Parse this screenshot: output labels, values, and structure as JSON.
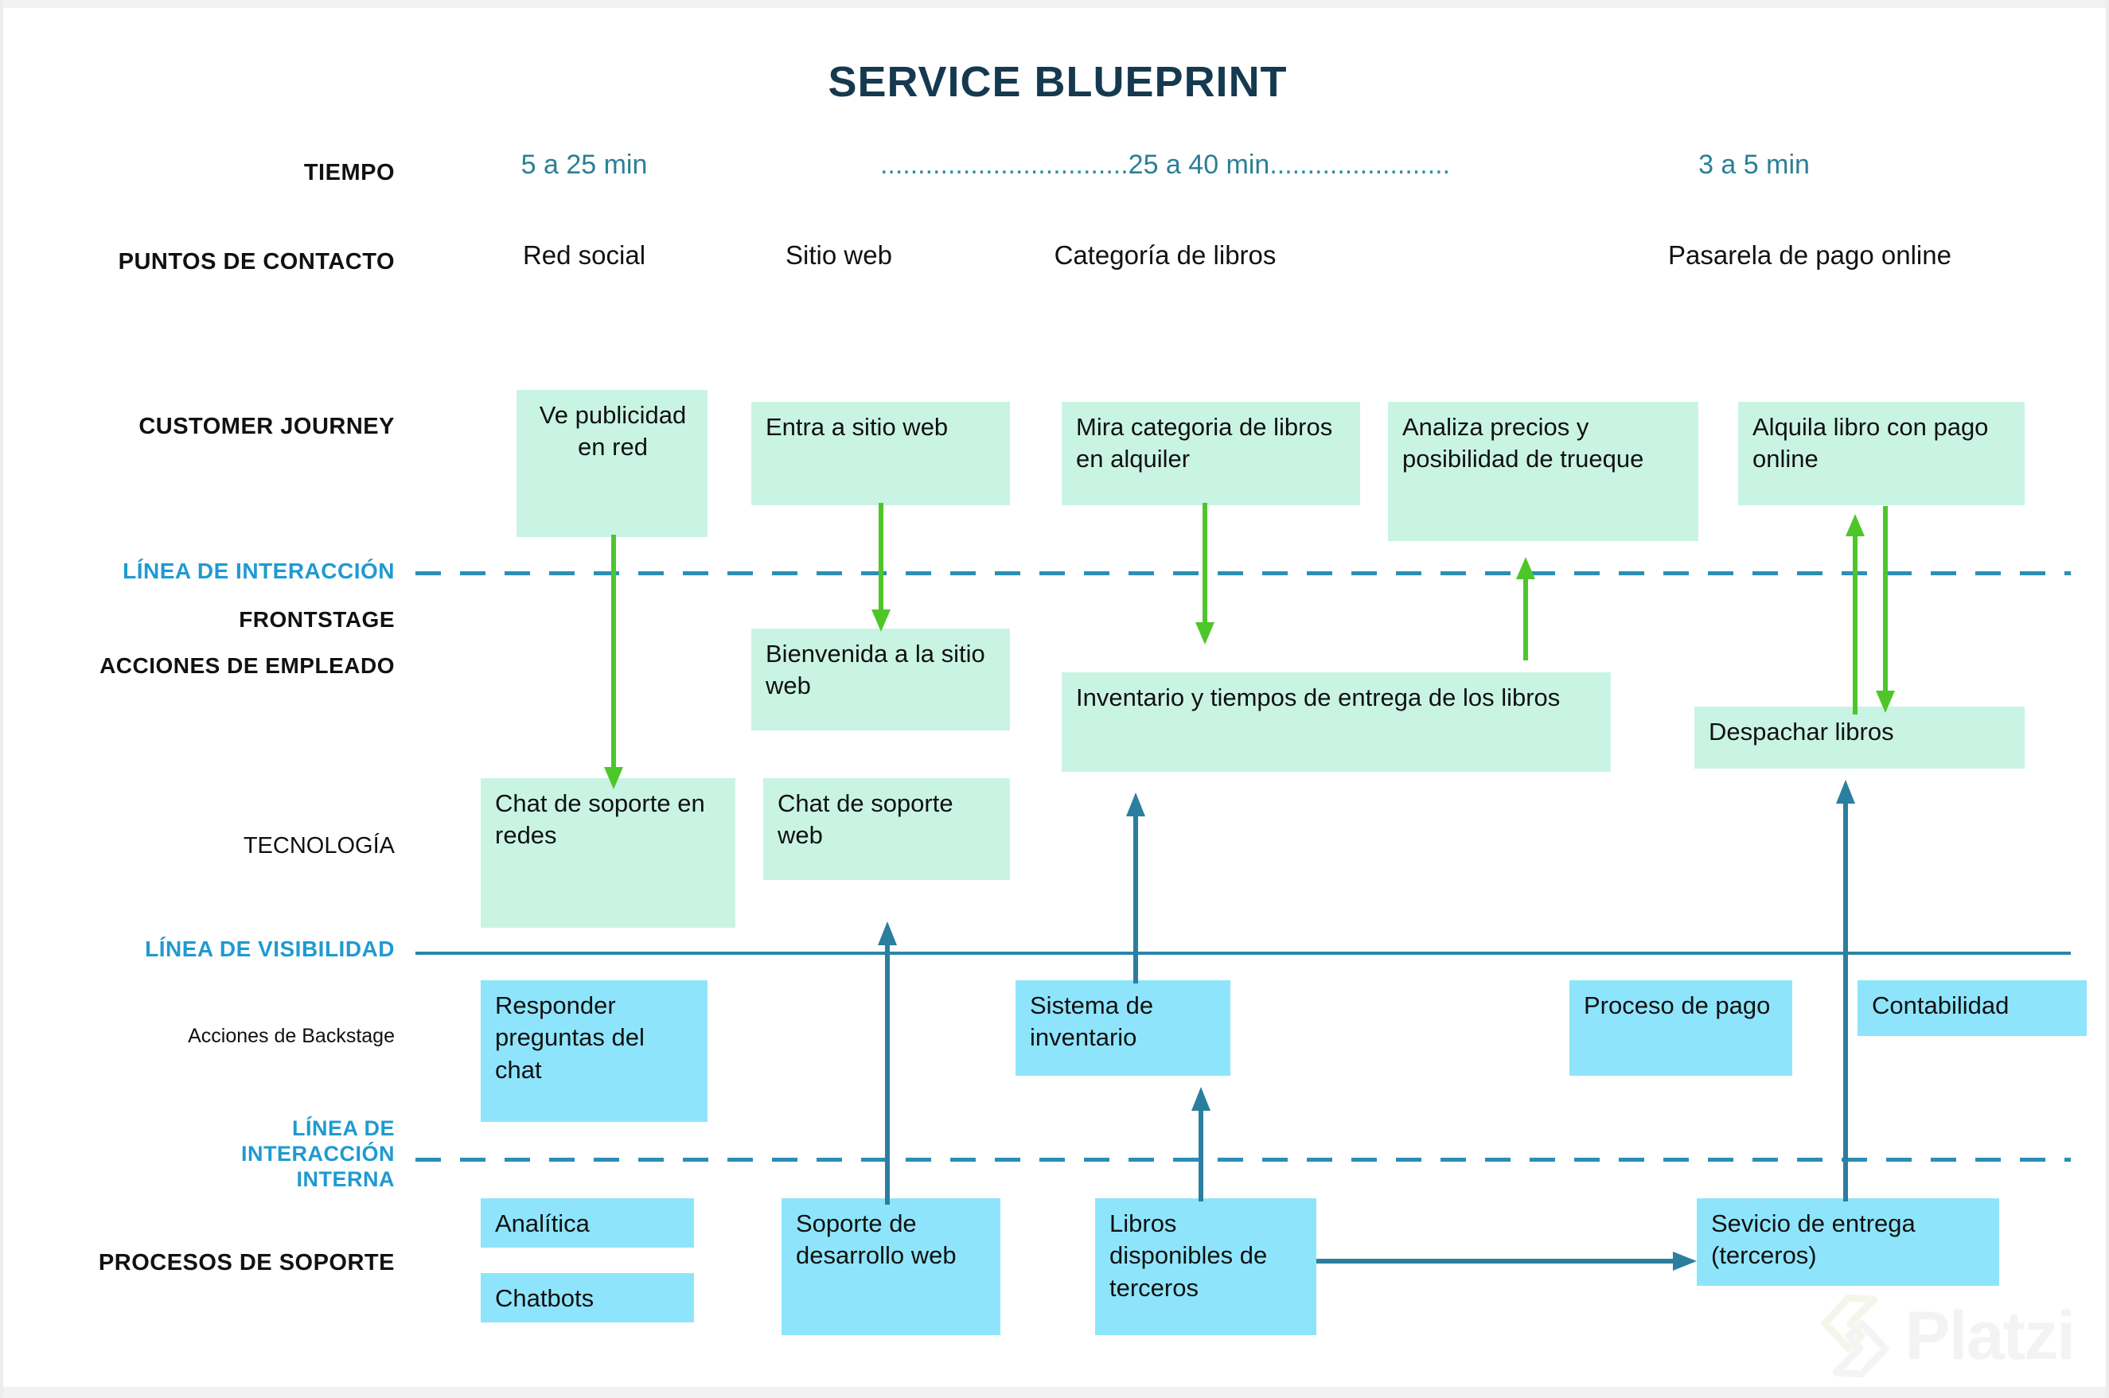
{
  "title": "SERVICE BLUEPRINT",
  "colors": {
    "title": "#15394f",
    "mint_box": "#c9f4e4",
    "cyan_box": "#8ee5fb",
    "line_blue": "#2b85a8",
    "label_blue": "#1f9ad1",
    "green_arrow": "#4ec62a",
    "blue_arrow": "#2b7f9e"
  },
  "rail_labels": {
    "tiempo": "TIEMPO",
    "puntos_de_contacto": "PUNTOS DE CONTACTO",
    "customer_journey": "CUSTOMER JOURNEY",
    "linea_de_interaccion": "LÍNEA DE INTERACCIÓN",
    "frontstage": "FRONTSTAGE",
    "acciones_de_empleado": "ACCIONES DE EMPLEADO",
    "tecnologia": "TECNOLOGÍA",
    "linea_de_visibilidad": "LÍNEA DE VISIBILIDAD",
    "acciones_de_backstage": "Acciones de Backstage",
    "linea_de_interaccion_interna_l1": "LÍNEA DE",
    "linea_de_interaccion_interna_l2": "INTERACCIÓN",
    "linea_de_interaccion_interna_l3": "INTERNA",
    "procesos_de_soporte": "PROCESOS DE SOPORTE"
  },
  "tiempo": {
    "col1": "5 a 25 min",
    "col_mid_dots_left": ".................................",
    "col_mid": "25 a 40 min",
    "col_mid_dots_right": "........................",
    "col_right": "3 a 5 min"
  },
  "puntos_de_contacto": [
    "Red social",
    "Sitio web",
    "Categoría de libros",
    "Pasarela de pago online"
  ],
  "customer_journey": [
    "Ve publicidad en red",
    "Entra a sitio web",
    "Mira categoria de libros en alquiler",
    "Analiza precios y posibilidad de trueque",
    "Alquila libro con pago online"
  ],
  "frontstage": [
    "Bienvenida a la sitio web",
    "Inventario y tiempos de entrega de los libros",
    "Despachar libros"
  ],
  "tecnologia": [
    "Chat de soporte en redes",
    "Chat de soporte web"
  ],
  "backstage": [
    "Responder preguntas del chat",
    "Sistema de inventario",
    "Proceso de pago",
    "Contabilidad"
  ],
  "procesos_de_soporte": [
    "Analítica",
    "Chatbots",
    "Soporte de desarrollo web",
    "Libros disponibles de terceros",
    "Sevicio de entrega (terceros)"
  ],
  "watermark": {
    "brand": "Platzi"
  }
}
